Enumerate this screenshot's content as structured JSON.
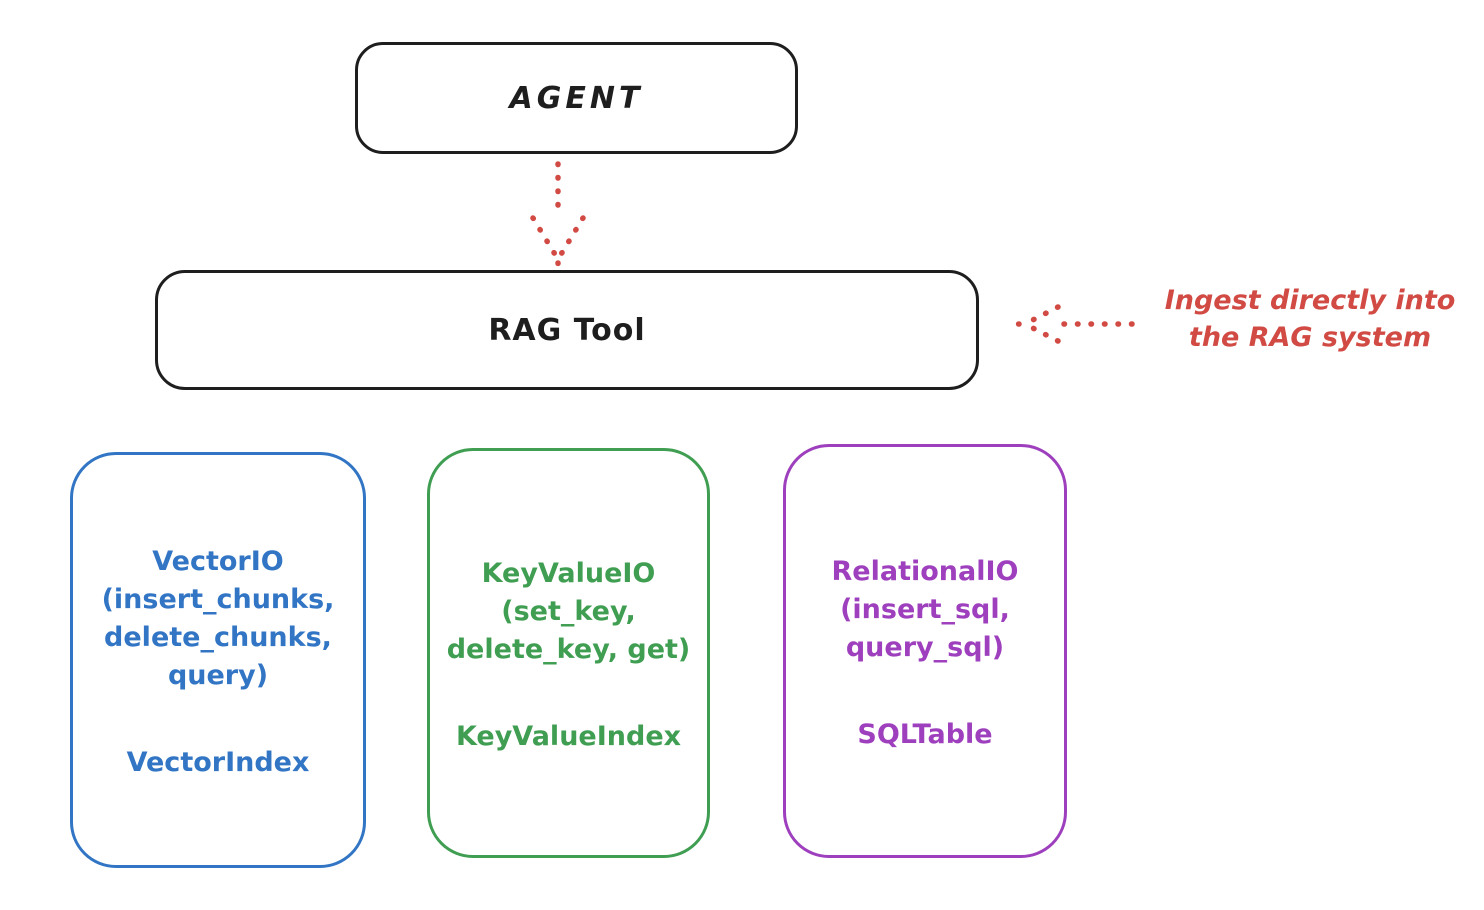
{
  "diagram": {
    "agent_box": {
      "label": "AGENT",
      "border_color": "#1e1e1e"
    },
    "rag_tool_box": {
      "label": "RAG Tool",
      "border_color": "#1e1e1e"
    },
    "flow_arrow_color": "#d14a43",
    "annotation": {
      "text": "Ingest directly into\nthe RAG system",
      "color": "#d14a43"
    },
    "io_boxes": [
      {
        "name": "vector-io",
        "color": "#3175c4",
        "title": "VectorIO\n(insert_chunks,\ndelete_chunks,\nquery)",
        "index_label": "VectorIndex"
      },
      {
        "name": "keyvalue-io",
        "color": "#3f9e51",
        "title": "KeyValueIO\n(set_key,\ndelete_key, get)",
        "index_label": "KeyValueIndex"
      },
      {
        "name": "relational-io",
        "color": "#9e3fbd",
        "title": "RelationalIO\n(insert_sql,\nquery_sql)",
        "index_label": "SQLTable"
      }
    ]
  }
}
